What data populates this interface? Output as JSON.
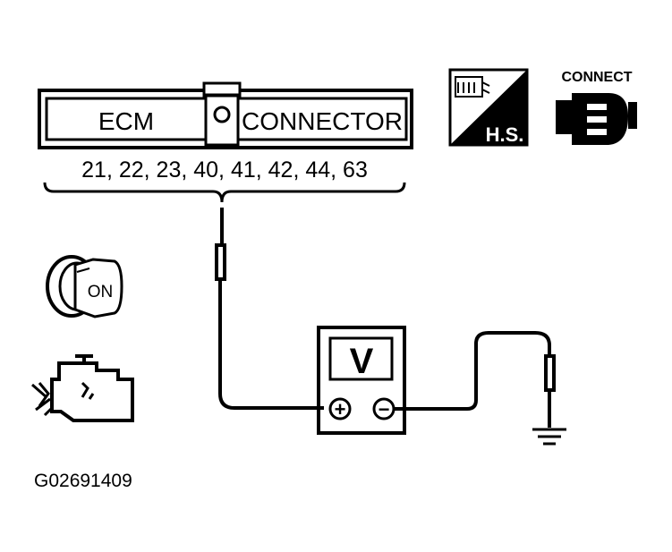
{
  "connector": {
    "left_label": "ECM",
    "right_label": "CONNECTOR",
    "pins": "21, 22, 23, 40, 41, 42, 44, 63"
  },
  "harness_icon": {
    "label": "H.S."
  },
  "connect_icon": {
    "label": "CONNECT"
  },
  "ignition": {
    "key_label": "ON"
  },
  "voltmeter": {
    "label": "V",
    "positive": "+",
    "negative": "−"
  },
  "figure_id": "G02691409"
}
